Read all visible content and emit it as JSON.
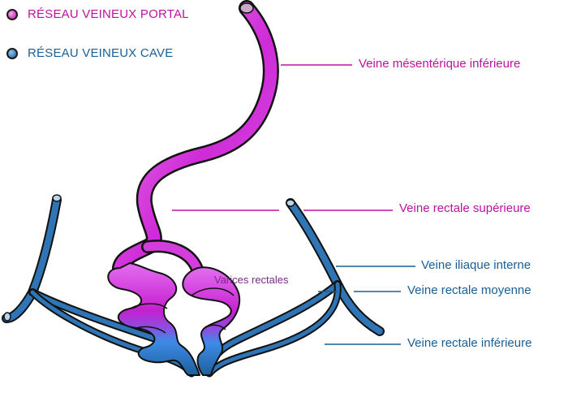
{
  "colors": {
    "portal": "#c0119e",
    "cave": "#1a5f95",
    "varices_text": "#7a2a8a"
  },
  "legend": [
    {
      "label": "RÉSEAU VEINEUX PORTAL",
      "color": "#c0119e"
    },
    {
      "label": "RÉSEAU VEINEUX CAVE",
      "color": "#1a5f95"
    }
  ],
  "labels": {
    "mesenterique": "Veine mésentérique inférieure",
    "rectale_sup": "Veine rectale supérieure",
    "iliaque": "Veine iliaque interne",
    "rectale_moy": "Veine rectale moyenne",
    "rectale_inf": "Veine rectale inférieure",
    "varices": "Varices rectales"
  }
}
